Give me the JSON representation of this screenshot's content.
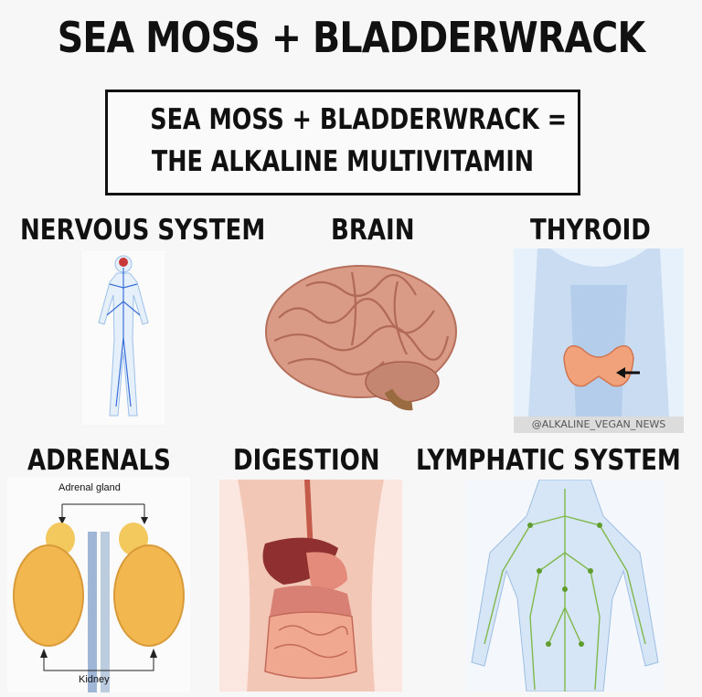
{
  "title": "SEA MOSS + BLADDERWRACK",
  "box": {
    "line1": "SEA MOSS + BLADDERWRACK =",
    "line2": "THE ALKALINE MULTIVITAMIN"
  },
  "panels": [
    {
      "label": "NERVOUS SYSTEM"
    },
    {
      "label": "BRAIN"
    },
    {
      "label": "THYROID"
    },
    {
      "label": "ADRENALS",
      "annotations": {
        "top": "Adrenal gland",
        "bottom": "Kidney"
      }
    },
    {
      "label": "DIGESTION"
    },
    {
      "label": "LYMPHATIC SYSTEM"
    }
  ],
  "credit": "@ALKALINE_VEGAN_NEWS",
  "colors": {
    "text": "#111111",
    "brain": "#d99a86",
    "kidney": "#f2b84f",
    "lymph": "#7fb84a",
    "nerve": "#3a6fd8"
  }
}
